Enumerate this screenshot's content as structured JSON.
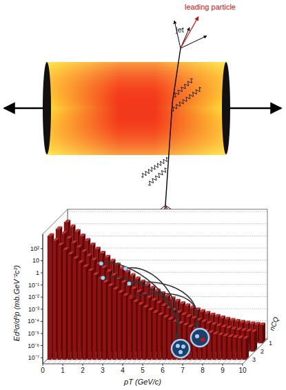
{
  "diagram": {
    "labels": [
      "leading particle",
      "jet",
      "10²",
      "10",
      "1",
      "10⁻¹",
      "10⁻²",
      "10⁻³",
      "10⁻⁴",
      "10⁻⁵",
      "10⁻⁶",
      "10⁻⁷",
      "Ed³σ/d³p (mb.GeV⁻²c³)",
      "0",
      "1",
      "2",
      "3",
      "4",
      "5",
      "6",
      "7",
      "8",
      "9",
      "10",
      "pT (GeV/c)",
      "nCQ",
      "1",
      "2",
      "3"
    ]
  }
}
